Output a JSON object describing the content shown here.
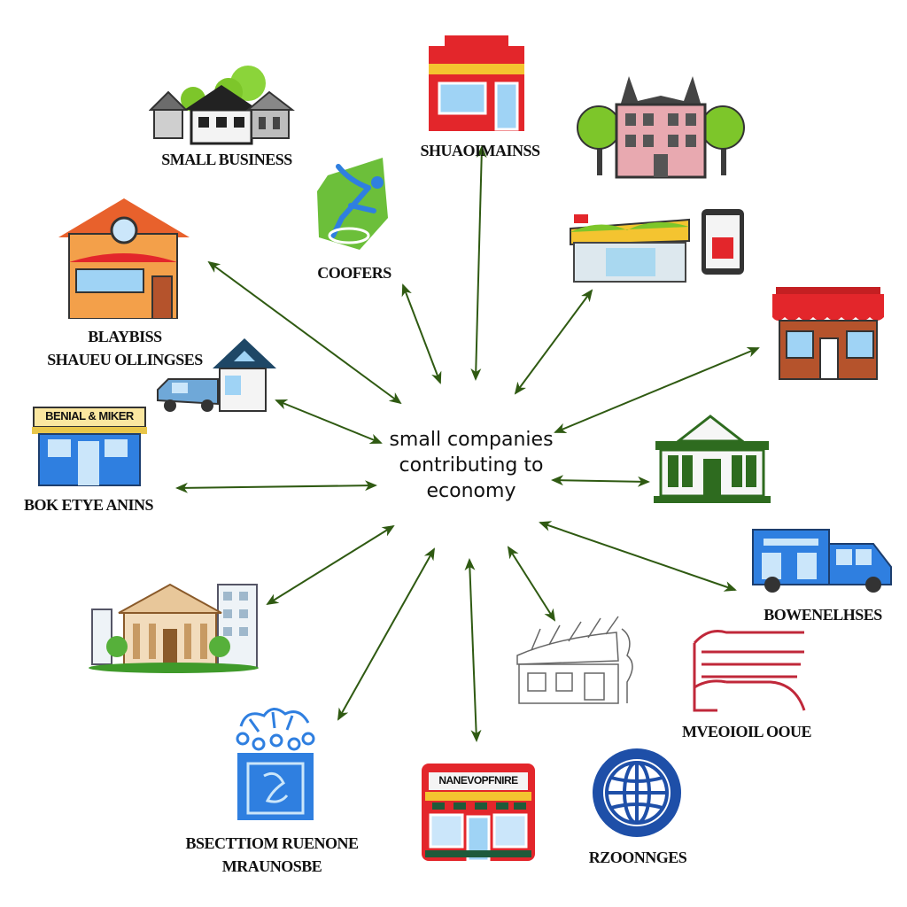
{
  "center": {
    "line1": "small companies",
    "line2": "contributing to",
    "line3": "economy"
  },
  "labels": {
    "small_business": "SMALL BUSINESS",
    "top_center": "SHUAOIMAINSS",
    "coofers": "COOFERS",
    "left_upper_1": "BLAYBISS",
    "left_upper_2": "SHAUEU OLLINGSES",
    "left_middle": "BOK ETYE ANINS",
    "shop_sign_left": "BENIAL & MIKER",
    "right_lower": "BOWENELHSES",
    "right_bottom": "MVEOIOIL OOUE",
    "bottom_left_1": "BSECTTIOM RUENONE",
    "bottom_left_2": "MRAUNOSBE",
    "bottom_right": "RZOONNGES",
    "shop_sign_bottom": "NANEVOPFNIRE"
  },
  "colors": {
    "arrow": "#2f5a12",
    "red": "#e3262b",
    "blue": "#2f7fe0",
    "orange": "#f3a04a",
    "green": "#7dc62a",
    "brick": "#b5532c"
  },
  "icons": [
    "houses-icon",
    "red-shop-icon",
    "mansion-icon",
    "runner-icon",
    "orange-house-icon",
    "kiosk-icon",
    "phone-icon",
    "awning-store-icon",
    "van-icon",
    "blue-shop-icon",
    "bank-icon",
    "truck-icon",
    "temple-icon",
    "sketch-shop-icon",
    "layers-icon",
    "gift-box-icon",
    "storefront-icon",
    "globe-icon"
  ]
}
